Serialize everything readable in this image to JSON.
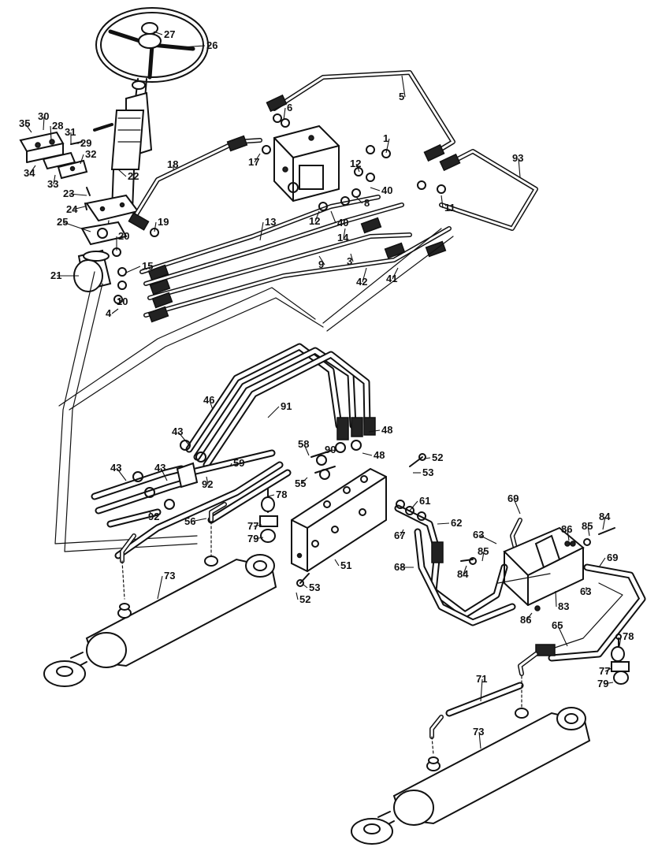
{
  "diagram": {
    "part_numbers": [
      "1",
      "3",
      "4",
      "5",
      "6",
      "8",
      "9",
      "10",
      "11",
      "12",
      "13",
      "14",
      "15",
      "17",
      "18",
      "19",
      "20",
      "21",
      "22",
      "23",
      "24",
      "25",
      "26",
      "27",
      "28",
      "29",
      "30",
      "31",
      "32",
      "33",
      "34",
      "35",
      "40",
      "41",
      "42",
      "43",
      "46",
      "48",
      "51",
      "52",
      "53",
      "55",
      "56",
      "58",
      "59",
      "61",
      "62",
      "63",
      "65",
      "67",
      "68",
      "69",
      "71",
      "73",
      "77",
      "78",
      "79",
      "83",
      "84",
      "85",
      "86",
      "90",
      "91",
      "92",
      "93"
    ]
  }
}
